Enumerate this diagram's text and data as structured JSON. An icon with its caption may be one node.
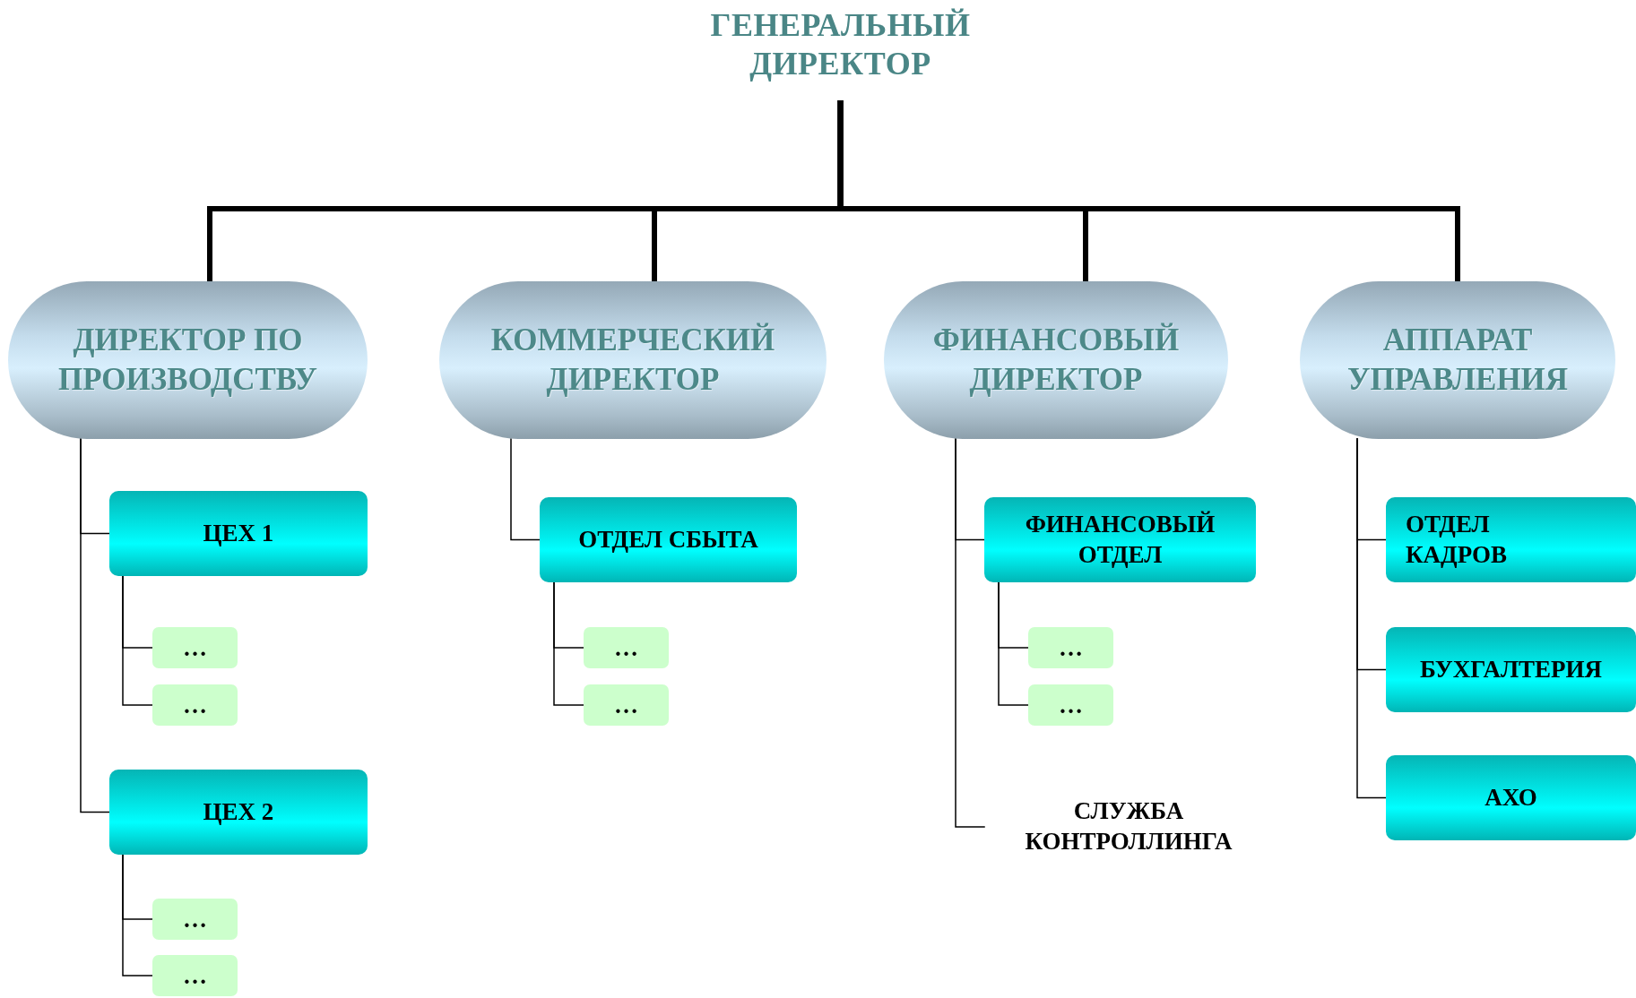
{
  "diagram": {
    "nodes": [
      {
        "text": [
          "ГЕНЕРАЛЬНЫЙ ДИРЕКТОР"
        ]
      },
      {
        "text": [
          "ДИРЕКТОР ПО ПРОИЗВОДСТВУ"
        ]
      },
      {
        "text": [
          "КОММЕРЧЕСКИЙ ДИРЕКТОР"
        ]
      },
      {
        "text": [
          "ФИНАНСОВЫЙ ДИРЕКТОР"
        ]
      },
      {
        "text": [
          "АППАРАТ УПРАВЛЕНИЯ"
        ]
      },
      {
        "text": [
          "ЦЕХ 1"
        ]
      },
      {
        "text": [
          "…"
        ]
      },
      {
        "text": [
          "…"
        ]
      },
      {
        "text": [
          "ЦЕХ 2"
        ]
      },
      {
        "text": [
          "…"
        ]
      },
      {
        "text": [
          "…"
        ]
      },
      {
        "text": [
          "ОТДЕЛ СБЫТА"
        ]
      },
      {
        "text": [
          "…"
        ]
      },
      {
        "text": [
          "…"
        ]
      },
      {
        "text": [
          "ФИНАНСОВЫЙ ОТДЕЛ"
        ]
      },
      {
        "text": [
          "…"
        ]
      },
      {
        "text": [
          "…"
        ]
      },
      {
        "text": [
          "СЛУЖБА КОНТРОЛЛИНГА"
        ]
      },
      {
        "text": [
          "ОТДЕЛ КАДРОВ"
        ]
      },
      {
        "text": [
          "БУХГАЛТЕРИЯ"
        ]
      },
      {
        "text": [
          "АХО"
        ]
      }
    ],
    "edges": [
      {
        "from": 0,
        "to": 1,
        "arrow": "none",
        "style": "thick"
      },
      {
        "from": 0,
        "to": 2,
        "arrow": "none",
        "style": "thick"
      },
      {
        "from": 0,
        "to": 3,
        "arrow": "none",
        "style": "thick"
      },
      {
        "from": 0,
        "to": 4,
        "arrow": "none",
        "style": "thick"
      },
      {
        "from": 1,
        "to": 5,
        "arrow": "none"
      },
      {
        "from": 1,
        "to": 8,
        "arrow": "none"
      },
      {
        "from": 5,
        "to": 6,
        "arrow": "none"
      },
      {
        "from": 5,
        "to": 7,
        "arrow": "none"
      },
      {
        "from": 8,
        "to": 9,
        "arrow": "none"
      },
      {
        "from": 8,
        "to": 10,
        "arrow": "none"
      },
      {
        "from": 2,
        "to": 11,
        "arrow": "none"
      },
      {
        "from": 11,
        "to": 12,
        "arrow": "none"
      },
      {
        "from": 11,
        "to": 13,
        "arrow": "none"
      },
      {
        "from": 3,
        "to": 14,
        "arrow": "none"
      },
      {
        "from": 3,
        "to": 17,
        "arrow": "none"
      },
      {
        "from": 14,
        "to": 15,
        "arrow": "none"
      },
      {
        "from": 14,
        "to": 16,
        "arrow": "none"
      },
      {
        "from": 4,
        "to": 18,
        "arrow": "none"
      },
      {
        "from": 4,
        "to": 19,
        "arrow": "none"
      },
      {
        "from": 4,
        "to": 20,
        "arrow": "none"
      }
    ]
  }
}
